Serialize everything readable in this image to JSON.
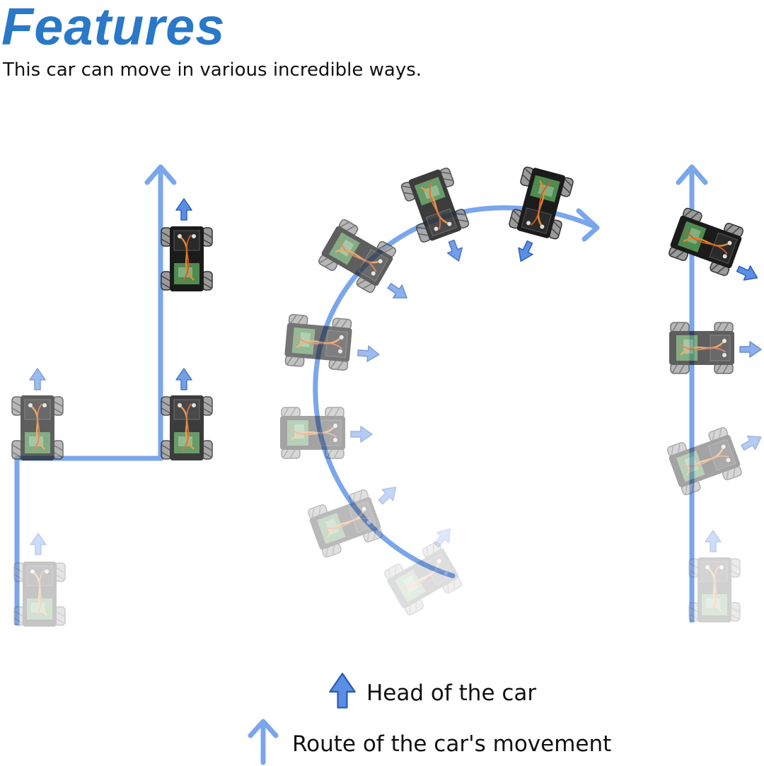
{
  "header": {
    "title": "Features",
    "subtitle": "This car can move in various incredible ways."
  },
  "legend": {
    "head_label": "Head of the car",
    "route_label": "Route of the car's movement"
  },
  "colors": {
    "title": "#2a78c8",
    "route": "#7aa6ec",
    "head_arrow": "#5b8fe6",
    "head_arrow_stroke": "#2e5fb8",
    "car_body": "#1b1b1b",
    "wheel": "#9a9a9a",
    "board": "#4f8a4f",
    "wire": "#e08a2a"
  },
  "icons": {
    "car": "car-icon",
    "head_arrow": "head-arrow-icon",
    "route_arrow": "route-arrow-icon"
  }
}
